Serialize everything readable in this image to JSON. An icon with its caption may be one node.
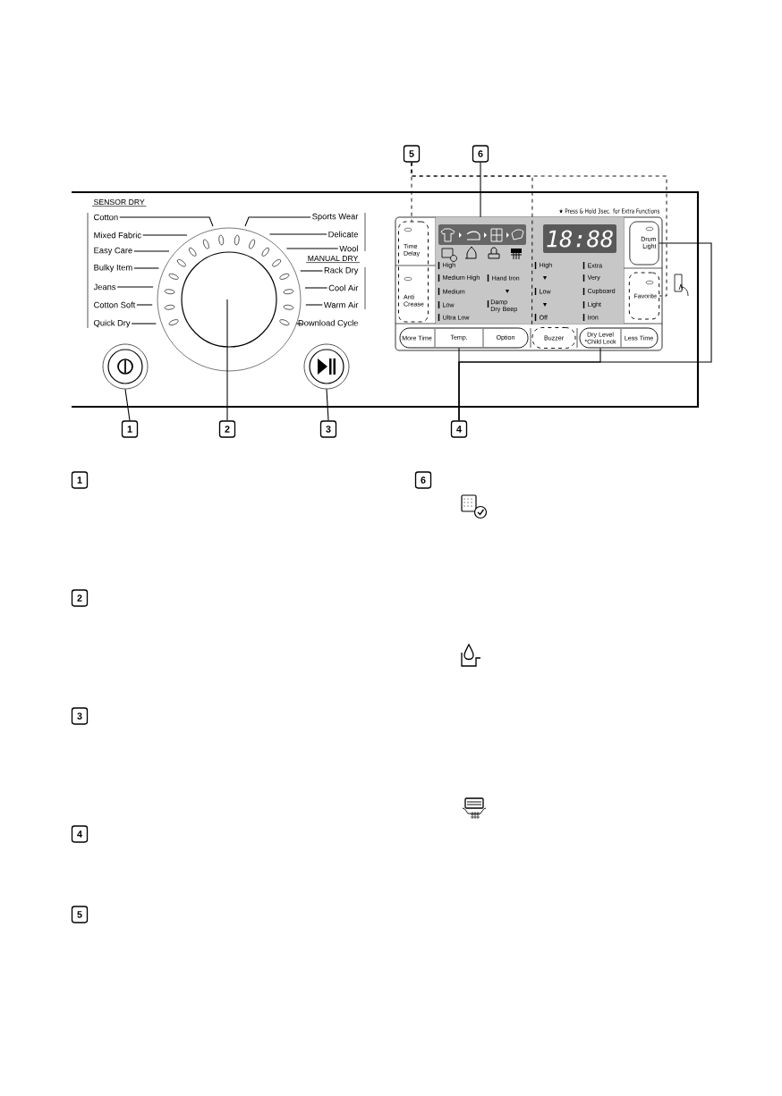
{
  "diagram": {
    "nodes": [
      {
        "text": [
          "5"
        ]
      },
      {
        "text": [
          "6"
        ]
      },
      {
        "text": [
          "Cotton"
        ]
      },
      {
        "text": [
          "Mixed Fabric"
        ]
      },
      {
        "text": [
          "Easy Care"
        ]
      },
      {
        "text": [
          "Bulky Item"
        ]
      },
      {
        "text": [
          "Jeans"
        ]
      },
      {
        "text": [
          "Cotton Soft"
        ]
      },
      {
        "text": [
          "Quick Dry"
        ]
      },
      {
        "text": [
          "Sports Wear"
        ]
      },
      {
        "text": [
          "Delicate"
        ]
      },
      {
        "text": [
          "Wool"
        ]
      },
      {
        "text": [
          "Rack Dry"
        ]
      },
      {
        "text": [
          "Cool Air"
        ]
      },
      {
        "text": [
          "Warm Air"
        ]
      },
      {
        "text": [
          "Download Cycle"
        ]
      },
      {
        "text": [],
        "shape": "circle"
      },
      {
        "text": [],
        "shape": "circle"
      },
      {
        "text": [],
        "shape": "circle"
      },
      {
        "text": [],
        "shape": "box"
      },
      {
        "text": [
          "Time Delay"
        ],
        "in": 19
      },
      {
        "text": [
          "Anti Crease"
        ],
        "in": 19
      },
      {
        "text": [],
        "shape": "box"
      },
      {
        "text": [
          "Drum Light"
        ]
      },
      {
        "text": [
          "Favorite"
        ]
      },
      {
        "text": [
          "More Time"
        ]
      },
      {
        "text": [
          "Temp."
        ]
      },
      {
        "text": [
          "Option"
        ]
      },
      {
        "text": [
          "Buzzer"
        ]
      },
      {
        "text": [
          "Dry Level",
          "*Child Lock"
        ]
      },
      {
        "text": [
          "Less Time"
        ]
      },
      {
        "text": [
          "1"
        ]
      },
      {
        "text": [
          "2"
        ]
      },
      {
        "text": [
          "3"
        ]
      },
      {
        "text": [
          "4"
        ]
      },
      {
        "text": [
          "1"
        ]
      },
      {
        "text": [
          "2"
        ]
      },
      {
        "text": [
          "3"
        ]
      },
      {
        "text": [
          "4"
        ]
      },
      {
        "text": [
          "5"
        ]
      },
      {
        "text": [
          "6"
        ]
      }
    ],
    "edges": [
      {
        "from": 0,
        "to": 19,
        "arrow": "none",
        "style": "dashed"
      },
      {
        "from": 0,
        "to": 28,
        "arrow": "none",
        "style": "dashed"
      },
      {
        "from": 0,
        "to": 24,
        "arrow": "none",
        "style": "dashed"
      },
      {
        "from": 1,
        "to": 22,
        "arrow": "none"
      },
      {
        "from": 2,
        "to": 16,
        "arrow": "none"
      },
      {
        "from": 3,
        "to": 16,
        "arrow": "none"
      },
      {
        "from": 4,
        "to": 16,
        "arrow": "none"
      },
      {
        "from": 5,
        "to": 16,
        "arrow": "none"
      },
      {
        "from": 6,
        "to": 16,
        "arrow": "none"
      },
      {
        "from": 7,
        "to": 16,
        "arrow": "none"
      },
      {
        "from": 8,
        "to": 16,
        "arrow": "none"
      },
      {
        "from": 9,
        "to": 16,
        "arrow": "none"
      },
      {
        "from": 10,
        "to": 16,
        "arrow": "none"
      },
      {
        "from": 11,
        "to": 16,
        "arrow": "none"
      },
      {
        "from": 12,
        "to": 16,
        "arrow": "none"
      },
      {
        "from": 13,
        "to": 16,
        "arrow": "none"
      },
      {
        "from": 14,
        "to": 16,
        "arrow": "none"
      },
      {
        "from": 15,
        "to": 16,
        "arrow": "none"
      },
      {
        "from": 31,
        "to": 17,
        "arrow": "none"
      },
      {
        "from": 32,
        "to": 16,
        "arrow": "none"
      },
      {
        "from": 33,
        "to": 18,
        "arrow": "none"
      },
      {
        "from": 34,
        "to": 26,
        "arrow": "none"
      },
      {
        "from": 34,
        "to": 29,
        "arrow": "none"
      },
      {
        "from": 34,
        "to": 23,
        "arrow": "none"
      }
    ],
    "labels": [
      "SENSOR DRY",
      "MANUAL DRY",
      "★ Press & Hold 3sec. for Extra Functions",
      "18:88",
      "High",
      "Medium High",
      "Medium",
      "Low",
      "Ultra Low",
      "Hand Iron",
      "▼",
      "Damp Dry Beep",
      "High",
      "▼",
      "Low",
      "▼",
      "Off",
      "Extra",
      "Very",
      "Cupboard",
      "Light",
      "Iron"
    ]
  }
}
